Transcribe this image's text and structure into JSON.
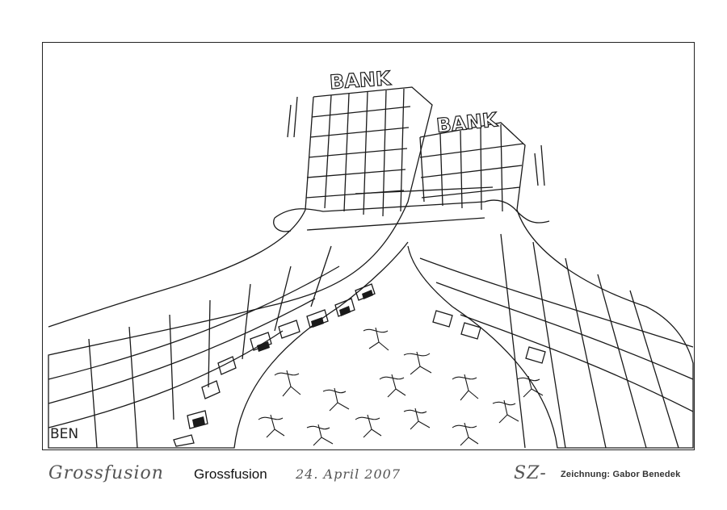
{
  "cartoon": {
    "bank_sign_left": "BANK",
    "bank_sign_right": "BANK",
    "signature": "BEN"
  },
  "caption": {
    "handwritten_title": "Grossfusion",
    "printed_title": "Grossfusion",
    "date": "24. April 2007",
    "publication": "SZ-",
    "credit": "Zeichnung: Gabor Benedek"
  }
}
